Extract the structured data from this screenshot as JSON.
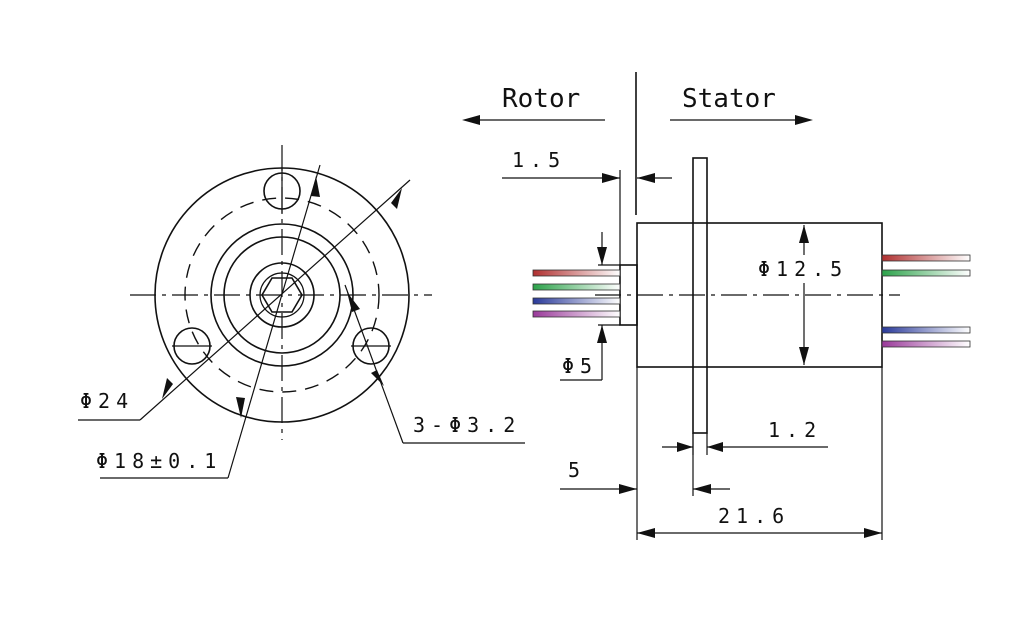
{
  "labels": {
    "rotor": "Rotor",
    "stator": "Stator",
    "dim_flange_offset": "1.5",
    "dim_body_diameter": "Φ12.5",
    "dim_shaft_diameter": "Φ5",
    "dim_flange_thickness": "1.2",
    "dim_flange_position": "5",
    "dim_total_length": "21.6",
    "dim_outer_diameter": "Φ24",
    "dim_bolt_circle": "Φ18±0.1",
    "dim_mount_holes": "3-Φ3.2"
  },
  "wire_colors": {
    "left": [
      "#c0392b",
      "#27ae60",
      "#2c3e9e",
      "#8e44ad"
    ],
    "right": [
      "#c0392b",
      "#27ae60",
      "#2c3e9e",
      "#8e44ad"
    ]
  }
}
